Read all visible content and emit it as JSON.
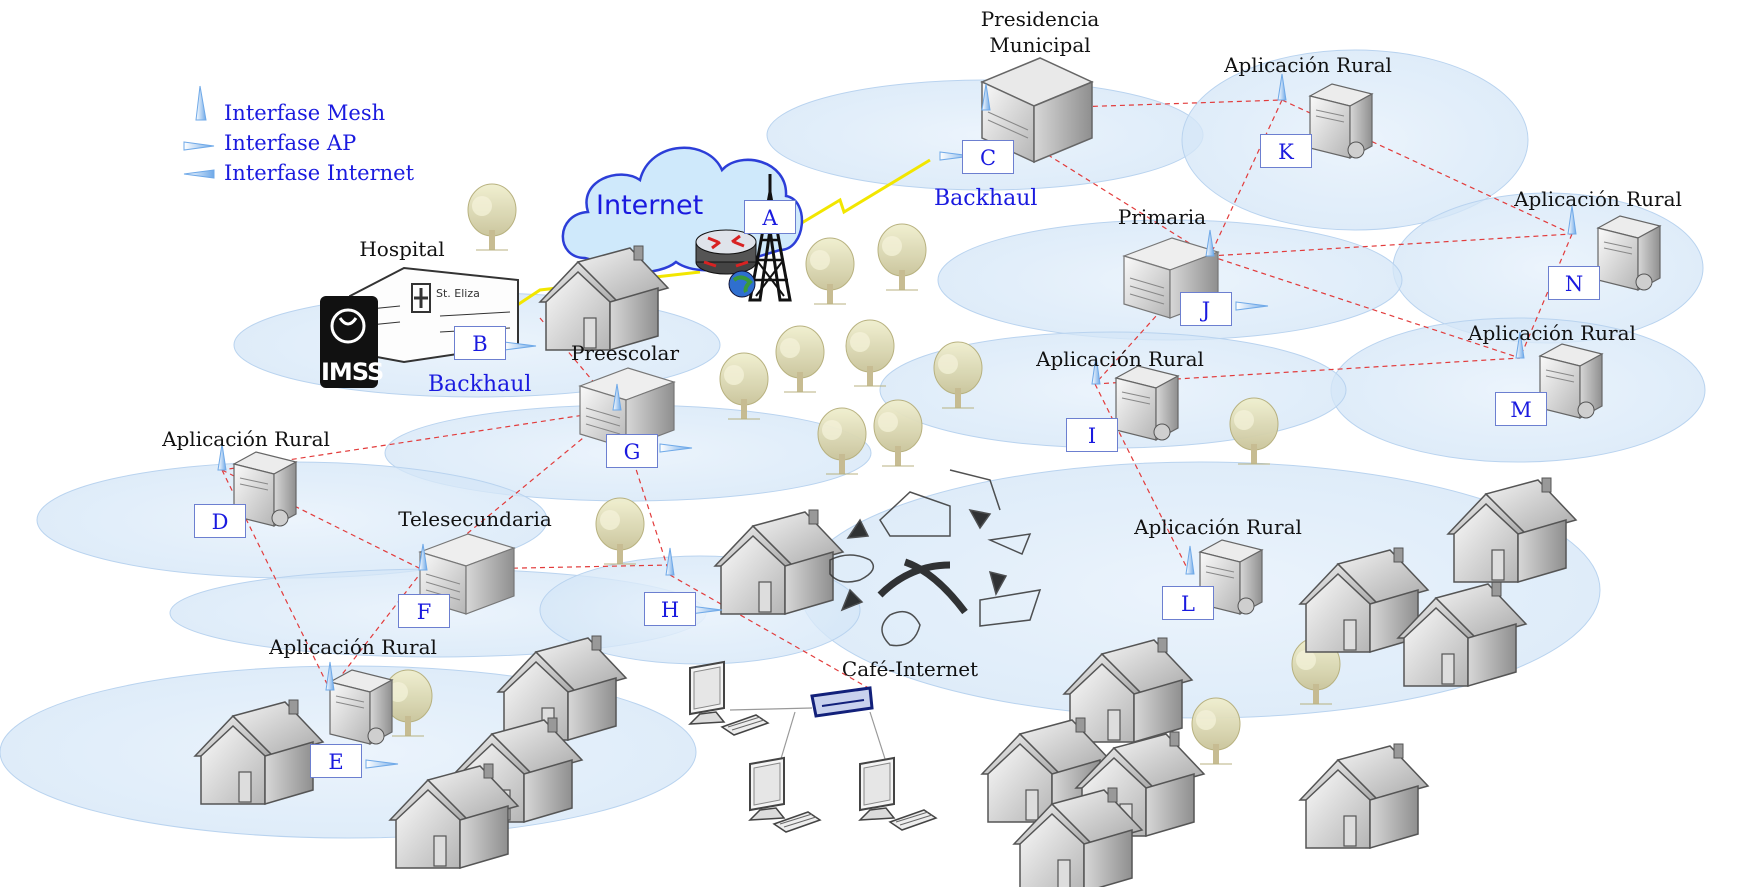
{
  "legend": {
    "mesh": "Interfase Mesh",
    "ap": "Interfase AP",
    "internet": "Interfase Internet"
  },
  "cloud_label": "Internet",
  "backhaul_labels": [
    "Backhaul",
    "Backhaul"
  ],
  "imss_label": "IMSS",
  "hospital_sign": "St. Eliza",
  "sites": {
    "presidencia": "Presidencia\nMunicipal",
    "hospital": "Hospital",
    "preescolar": "Preescolar",
    "primaria": "Primaria",
    "telesecundaria": "Telesecundaria",
    "cafe": "Café-Internet",
    "rural_k": "Aplicación Rural",
    "rural_n": "Aplicación Rural",
    "rural_m": "Aplicación Rural",
    "rural_i": "Aplicación Rural",
    "rural_l": "Aplicación Rural",
    "rural_d": "Aplicación Rural",
    "rural_e": "Aplicación Rural"
  },
  "nodes": [
    "A",
    "B",
    "C",
    "D",
    "E",
    "F",
    "G",
    "H",
    "I",
    "J",
    "K",
    "L",
    "M",
    "N"
  ],
  "colors": {
    "label_blue": "#1a1adf",
    "mesh_link": "#e23b3b",
    "backhaul_link": "#f2e600",
    "coverage_fill": "#dbe9f7",
    "cloud_fill": "#cfe9fb"
  }
}
